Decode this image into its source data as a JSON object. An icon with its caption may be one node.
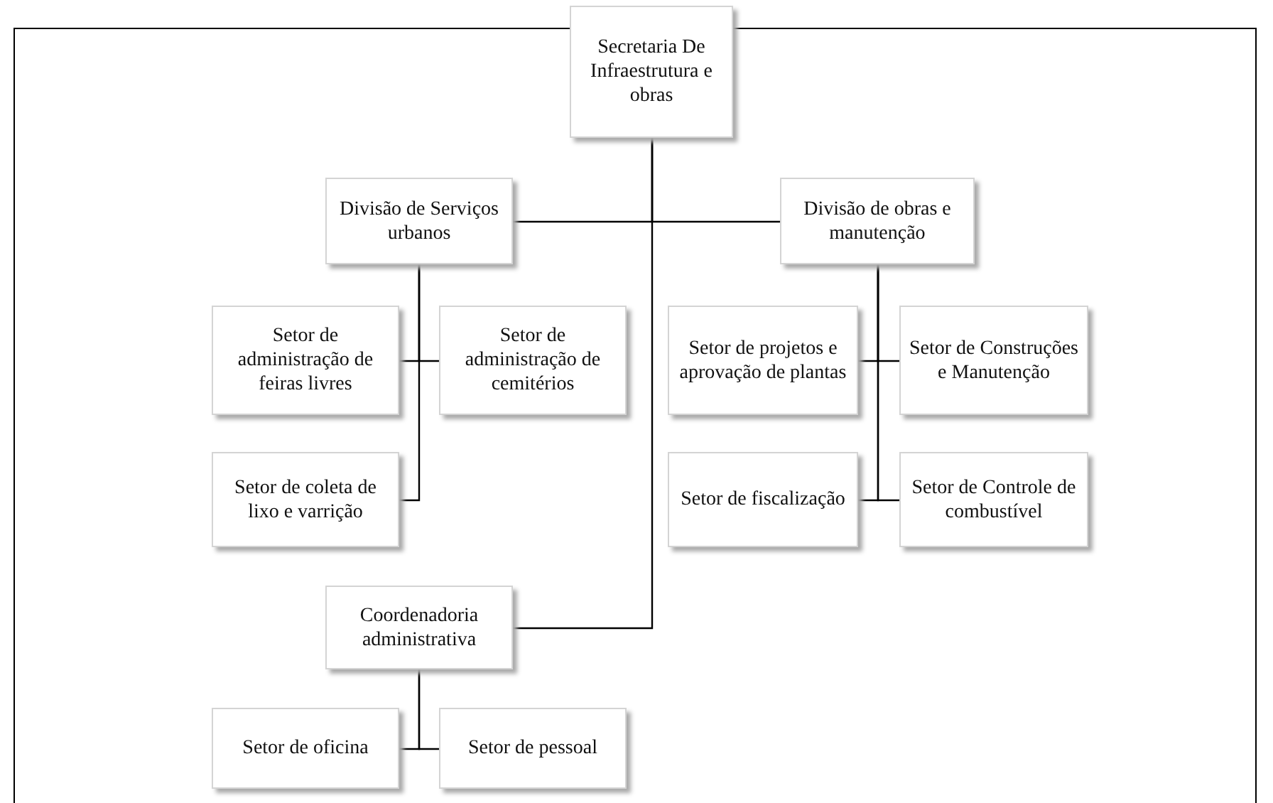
{
  "diagram": {
    "nodes": [
      {
        "text": [
          "Secretaria De Infraestrutura e obras"
        ]
      },
      {
        "text": [
          "Divisão de Serviços urbanos"
        ]
      },
      {
        "text": [
          "Divisão de obras e manutenção"
        ]
      },
      {
        "text": [
          "Setor de administração de feiras livres"
        ]
      },
      {
        "text": [
          "Setor de administração de cemitérios"
        ]
      },
      {
        "text": [
          "Setor de projetos e aprovação de plantas"
        ]
      },
      {
        "text": [
          "Setor de Construções e Manutenção"
        ]
      },
      {
        "text": [
          "Setor de coleta de lixo e varrição"
        ]
      },
      {
        "text": [
          "Setor de fiscalização"
        ]
      },
      {
        "text": [
          "Setor de Controle de combustível"
        ]
      },
      {
        "text": [
          "Coordenadoria administrativa"
        ]
      },
      {
        "text": [
          "Setor de oficina"
        ]
      },
      {
        "text": [
          "Setor de pessoal"
        ]
      }
    ],
    "edges": [
      {
        "from": 0,
        "to": 1,
        "arrow": "none"
      },
      {
        "from": 0,
        "to": 2,
        "arrow": "none"
      },
      {
        "from": 0,
        "to": 10,
        "arrow": "none"
      },
      {
        "from": 1,
        "to": 3,
        "arrow": "none"
      },
      {
        "from": 1,
        "to": 4,
        "arrow": "none"
      },
      {
        "from": 1,
        "to": 7,
        "arrow": "none"
      },
      {
        "from": 2,
        "to": 5,
        "arrow": "none"
      },
      {
        "from": 2,
        "to": 6,
        "arrow": "none"
      },
      {
        "from": 2,
        "to": 8,
        "arrow": "none"
      },
      {
        "from": 2,
        "to": 9,
        "arrow": "none"
      },
      {
        "from": 10,
        "to": 11,
        "arrow": "none"
      },
      {
        "from": 10,
        "to": 12,
        "arrow": "none"
      }
    ]
  }
}
